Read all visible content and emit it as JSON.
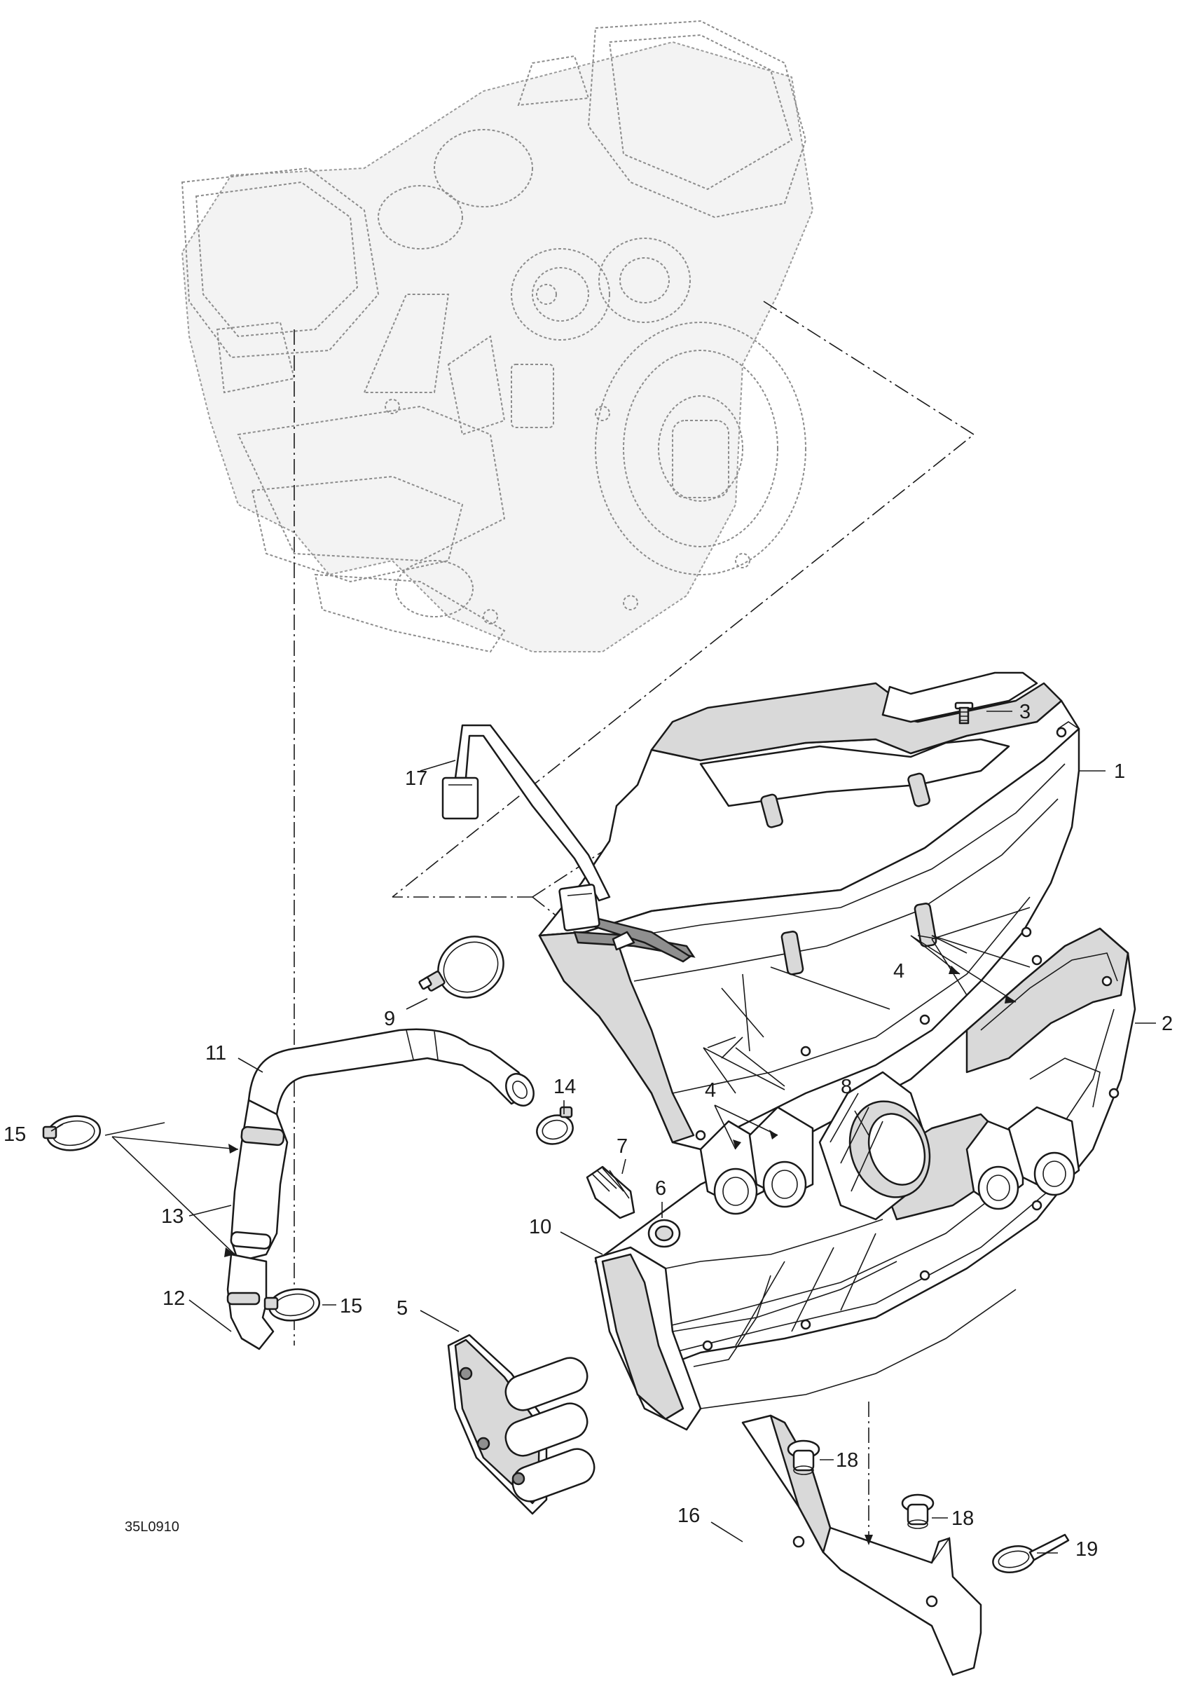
{
  "figure_code": "35L0910",
  "callouts": {
    "c1": "1",
    "c2": "2",
    "c3": "3",
    "c4a": "4",
    "c4b": "4",
    "c5": "5",
    "c6": "6",
    "c7": "7",
    "c8": "8",
    "c9": "9",
    "c10": "10",
    "c11": "11",
    "c12": "12",
    "c13": "13",
    "c14": "14",
    "c15a": "15",
    "c15b": "15",
    "c16": "16",
    "c17": "17",
    "c18a": "18",
    "c18b": "18",
    "c19": "19"
  }
}
